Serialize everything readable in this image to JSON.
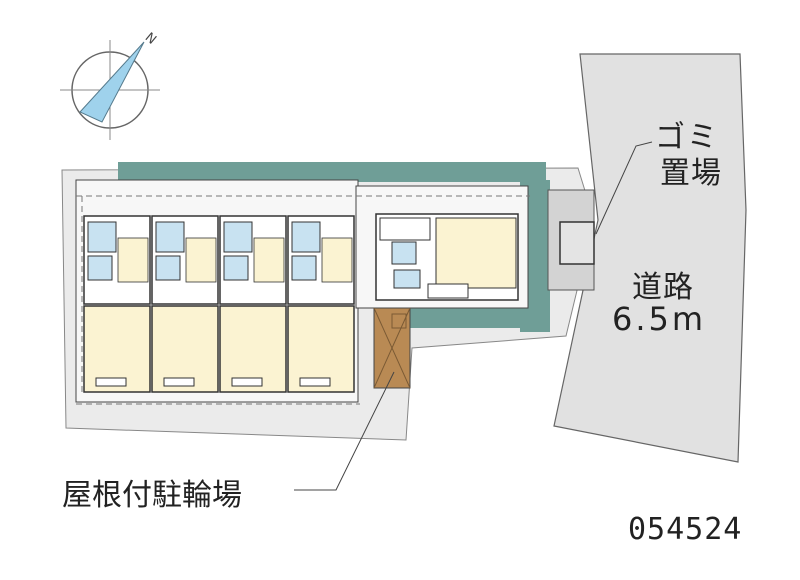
{
  "compass": {
    "north_label": "N"
  },
  "labels": {
    "garbage_line1": "ゴミ",
    "garbage_line2": "置場",
    "road_name": "道路",
    "road_width": "6.5m",
    "bicycle_parking": "屋根付駐輪場",
    "property_code": "054524"
  },
  "colors": {
    "road": "#e1e1e1",
    "site": "#ebebeb",
    "wall_shadow": "#6f9e97",
    "room_floor": "#fbf3d2",
    "wet_area": "#c8e2f1",
    "bicycle_roof": "#b98a54",
    "compass_needle": "#9fd2ec"
  }
}
